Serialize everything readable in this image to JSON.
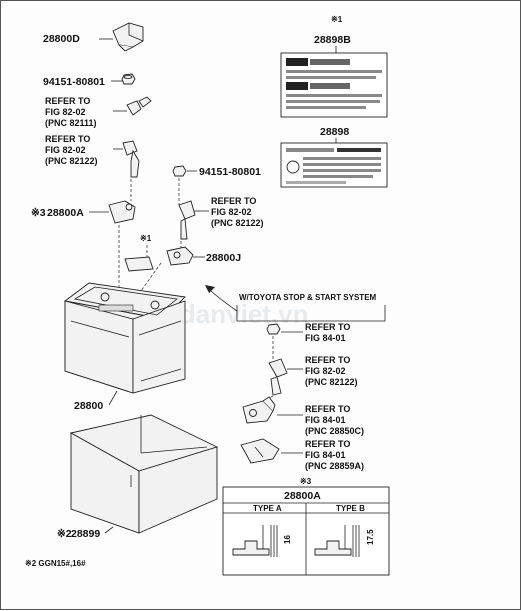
{
  "parts": {
    "terminal_cover_top": "28800D",
    "nut_top": "94151-80801",
    "battery_clamp": "28800A",
    "battery_clamp_note": "※3",
    "nut_mid": "94151-80801",
    "terminal_right": "28800J",
    "battery": "28800",
    "battery_tray": "28899",
    "battery_tray_note": "※2",
    "label_1": "28898B",
    "label_1_note": "※1",
    "label_2": "28898"
  },
  "refs": {
    "ref_a": {
      "l1": "REFER TO",
      "l2": "FIG 82-02",
      "l3": "(PNC 82111)"
    },
    "ref_b": {
      "l1": "REFER TO",
      "l2": "FIG 82-02",
      "l3": "(PNC 82122)"
    },
    "ref_c": {
      "l1": "REFER TO",
      "l2": "FIG 82-02",
      "l3": "(PNC 82122)"
    },
    "ref_d": {
      "l1": "REFER TO",
      "l2": "FIG 84-01"
    },
    "ref_e": {
      "l1": "REFER TO",
      "l2": "FIG 82-02",
      "l3": "(PNC 82122)"
    },
    "ref_f": {
      "l1": "REFER TO",
      "l2": "FIG 84-01",
      "l3": "(PNC 28850C)"
    },
    "ref_g": {
      "l1": "REFER TO",
      "l2": "FIG 84-01",
      "l3": "(PNC 28859A)"
    }
  },
  "notes": {
    "note_1_marker": "※1",
    "stop_start": "W/TOYOTA STOP & START SYSTEM",
    "footer": "※2 GGN15#,16#"
  },
  "inset": {
    "marker": "※3",
    "title": "28800A",
    "type_a": "TYPE A",
    "type_b": "TYPE B",
    "dim_a": "16",
    "dim_b": "17.5"
  },
  "watermark": "sedanviet.vn"
}
